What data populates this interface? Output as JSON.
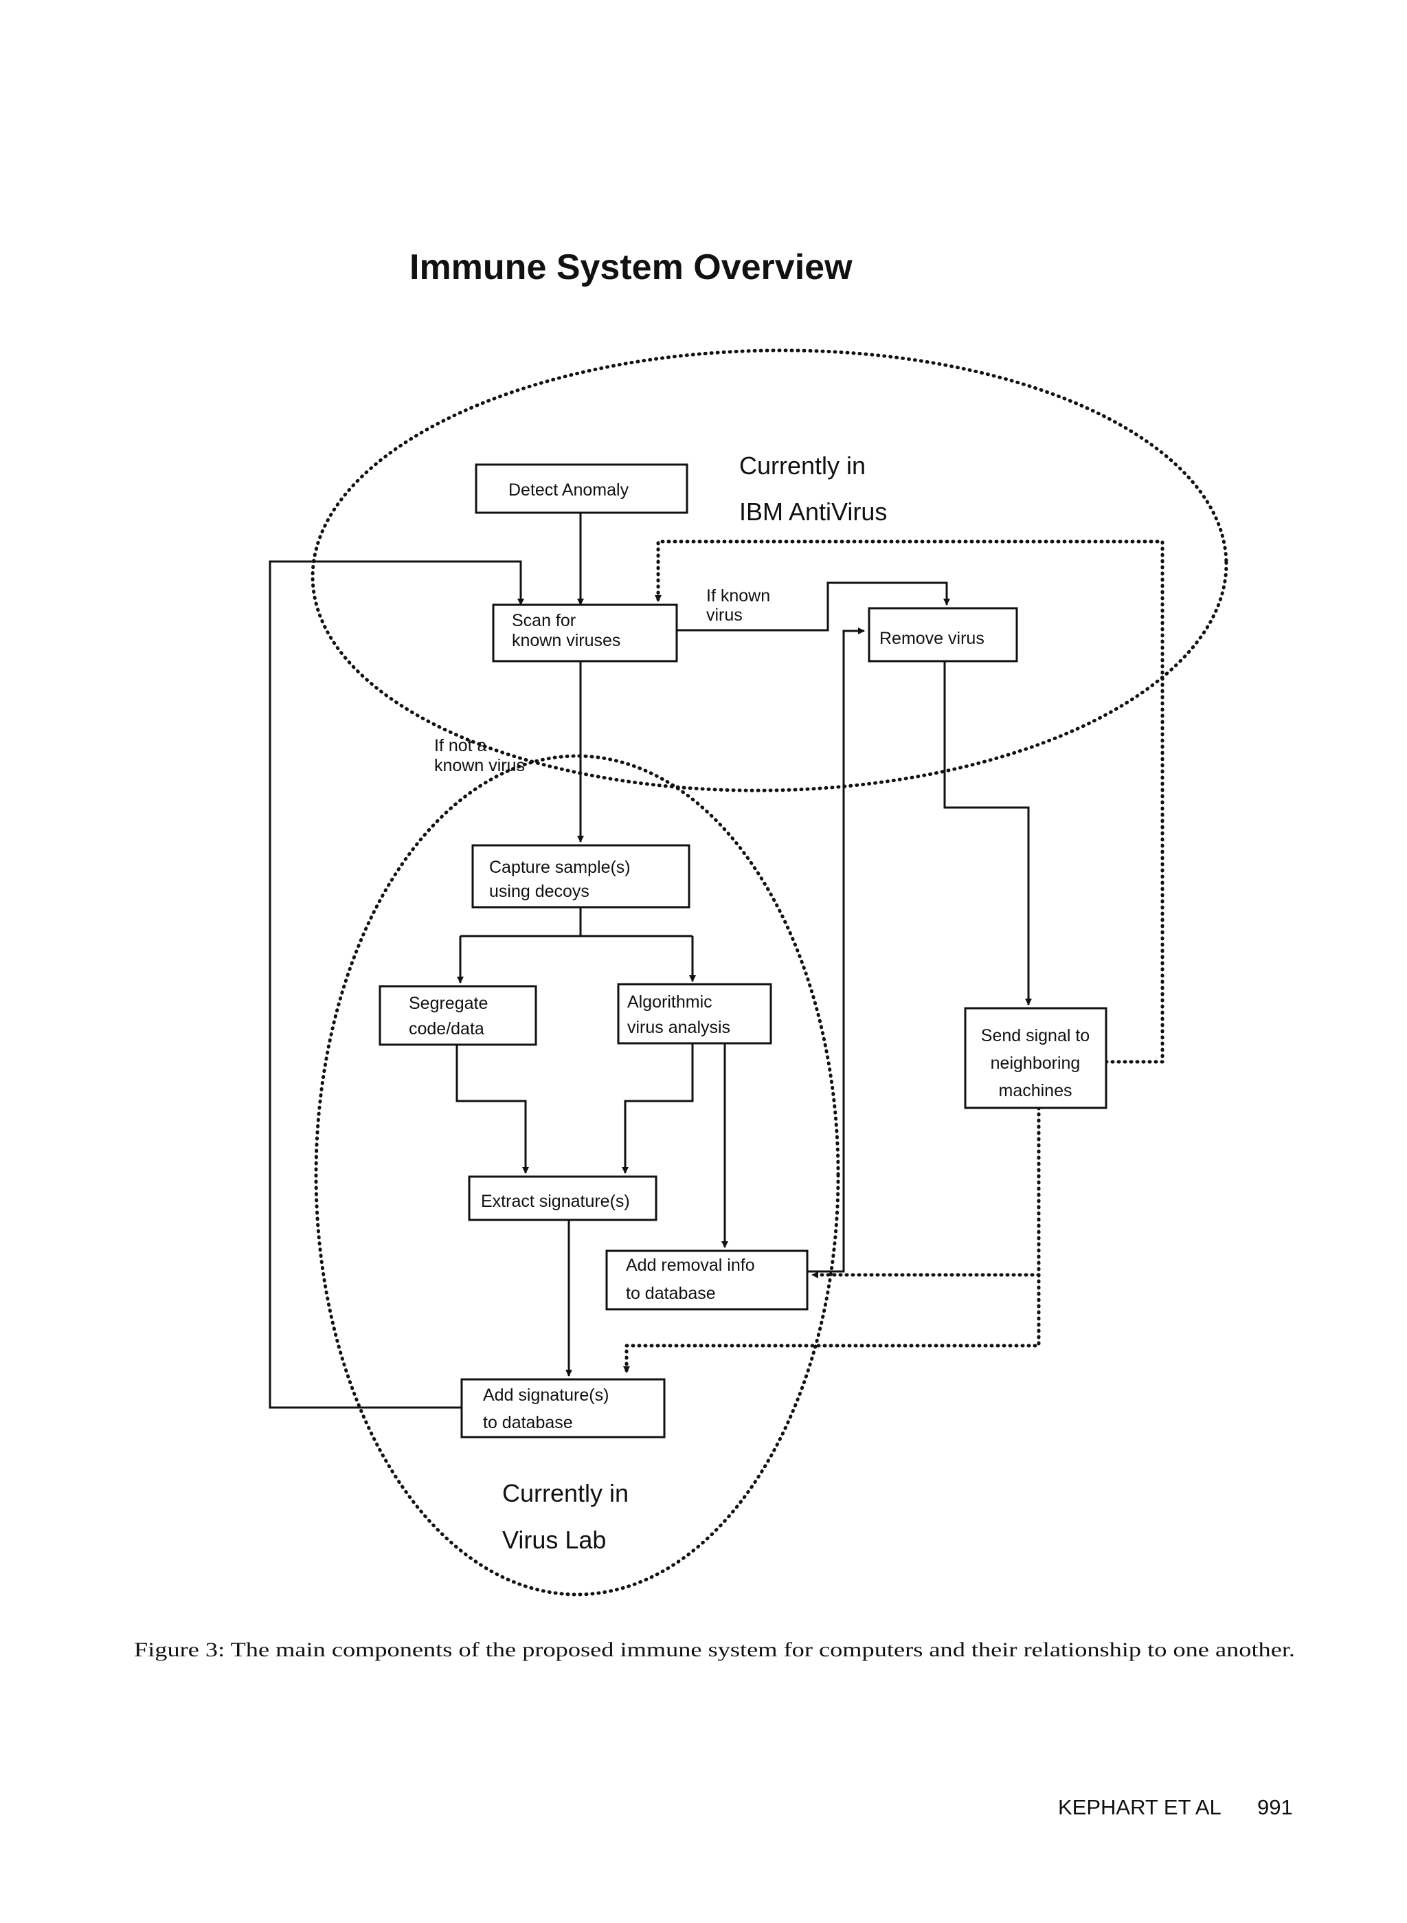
{
  "figure": {
    "title": "Immune System Overview",
    "regions": {
      "antivirus": {
        "line1": "Currently in",
        "line2": "IBM AntiVirus"
      },
      "viruslab": {
        "line1": "Currently in",
        "line2": "Virus Lab"
      }
    },
    "nodes": {
      "detect": {
        "line1": "Detect Anomaly"
      },
      "scan": {
        "line1": "Scan for",
        "line2": "known viruses"
      },
      "remove": {
        "line1": "Remove virus"
      },
      "capture": {
        "line1": "Capture sample(s)",
        "line2": "using decoys"
      },
      "segregate": {
        "line1": "Segregate",
        "line2": "code/data"
      },
      "algorithmic": {
        "line1": "Algorithmic",
        "line2": "virus analysis"
      },
      "extract": {
        "line1": "Extract signature(s)"
      },
      "add_removal": {
        "line1": "Add removal info",
        "line2": "to database"
      },
      "add_signature": {
        "line1": "Add signature(s)",
        "line2": "to database"
      },
      "send_signal": {
        "line1": "Send signal to",
        "line2": "neighboring",
        "line3": "machines"
      }
    },
    "edge_labels": {
      "if_known": {
        "line1": "If known",
        "line2": "virus"
      },
      "if_not_known": {
        "line1": "If not a",
        "line2": "known virus"
      }
    }
  },
  "caption": "Figure 3: The main components of the proposed immune system for computers and their relationship to one another.",
  "footer": {
    "authors": "KEPHART ET AL",
    "page_number": "991"
  }
}
